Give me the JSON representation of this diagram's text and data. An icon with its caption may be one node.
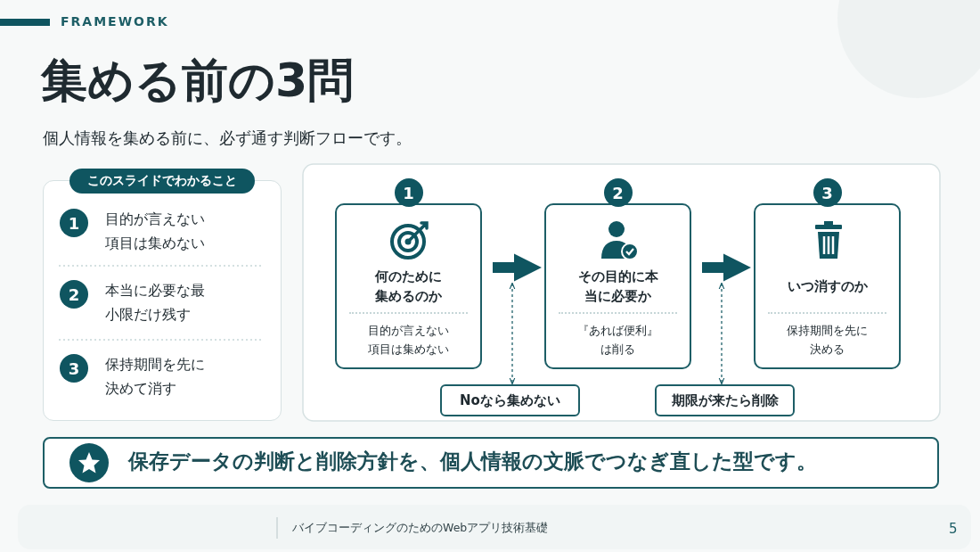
{
  "diagram": {
    "title": "集める前の3問",
    "nodes": [
      {
        "text": [
          "このスライドでわかること"
        ]
      },
      {
        "text": [
          "1",
          "何のために集めるのか",
          "目的が言えない項目は集めない"
        ]
      },
      {
        "text": [
          "2",
          "その目的に本当に必要か",
          "『あれば便利』は削る"
        ]
      },
      {
        "text": [
          "3",
          "いつ消すのか",
          "保持期間を先に決める"
        ]
      },
      {
        "text": [
          "Noなら集めない"
        ]
      },
      {
        "text": [
          "期限が来たら削除"
        ]
      },
      {
        "text": [
          "保存データの判断と削除方針を、個人情報の文脈でつなぎ直した型です。"
        ]
      }
    ],
    "edges": [
      {
        "from": 1,
        "to": 2,
        "arrow": "to",
        "style": "thick"
      },
      {
        "from": 2,
        "to": 3,
        "arrow": "to",
        "style": "thick"
      },
      {
        "from": null,
        "to": 4,
        "arrow": "both",
        "style": "dashed"
      },
      {
        "from": null,
        "to": 5,
        "arrow": "both",
        "style": "dashed"
      }
    ],
    "labels": [
      "FRAMEWORK",
      "個人情報を集める前に、必ず通す判断フローです。",
      "1",
      "目的が言えない項目は集めない",
      "2",
      "本当に必要な最小限だけ残す",
      "3",
      "保持期間を先に決めて消す",
      "バイブコーディングのためのWebアプリ技術基礎",
      "5"
    ]
  }
}
